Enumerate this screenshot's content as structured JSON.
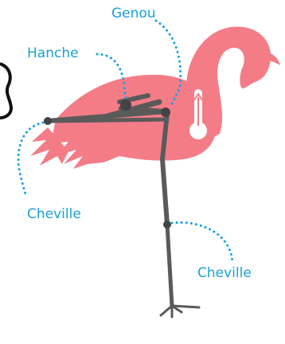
{
  "labels": {
    "knee": "Genou",
    "hip": "Hanche",
    "ankle_left": "Cheville",
    "ankle_right": "Cheville"
  },
  "colors": {
    "body": "#f47c87",
    "bone": "#5a5a5a",
    "joint": "#444444",
    "label": "#1aa0d8",
    "dots": "#19a4e0",
    "thermometer": "#ffffff"
  }
}
